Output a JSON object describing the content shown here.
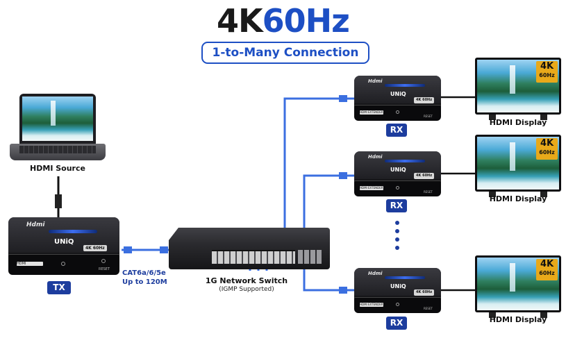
{
  "title": {
    "part1": "4K",
    "part2": "60Hz"
  },
  "subtitle": "1-to-Many Connection",
  "source": {
    "label": "HDMI Source"
  },
  "tx": {
    "tag": "TX",
    "hdmi_logo": "Hdmi",
    "brand": "UNiQ",
    "badge": "4K 60Hz",
    "strip": "HDMI EXTENDER TX",
    "reset": "RESET"
  },
  "cable": {
    "line1": "CAT6a/6/5e",
    "line2": "Up to 120M"
  },
  "switch": {
    "label": "1G Network Switch",
    "sublabel": "(IGMP Supported)"
  },
  "receivers": [
    {
      "tag": "RX",
      "hdmi_logo": "Hdmi",
      "brand": "UNiQ",
      "badge": "4K 60Hz",
      "strip": "HDMI EXTENDER RX",
      "reset": "RESET"
    },
    {
      "tag": "RX",
      "hdmi_logo": "Hdmi",
      "brand": "UNiQ",
      "badge": "4K 60Hz",
      "strip": "HDMI EXTENDER RX",
      "reset": "RESET"
    },
    {
      "tag": "RX",
      "hdmi_logo": "Hdmi",
      "brand": "UNiQ",
      "badge": "4K 60Hz",
      "strip": "HDMI EXTENDER RX",
      "reset": "RESET"
    }
  ],
  "displays": [
    {
      "label": "HDMI Display",
      "res_top": "4K",
      "res_bottom": "60Hz"
    },
    {
      "label": "HDMI Display",
      "res_top": "4K",
      "res_bottom": "60Hz"
    },
    {
      "label": "HDMI Display",
      "res_top": "4K",
      "res_bottom": "60Hz"
    }
  ],
  "colors": {
    "accent": "#1d4fc4",
    "tag_bg": "#1d3d9e",
    "cable": "#3b6fe0",
    "res_badge": "#e8a91a"
  }
}
